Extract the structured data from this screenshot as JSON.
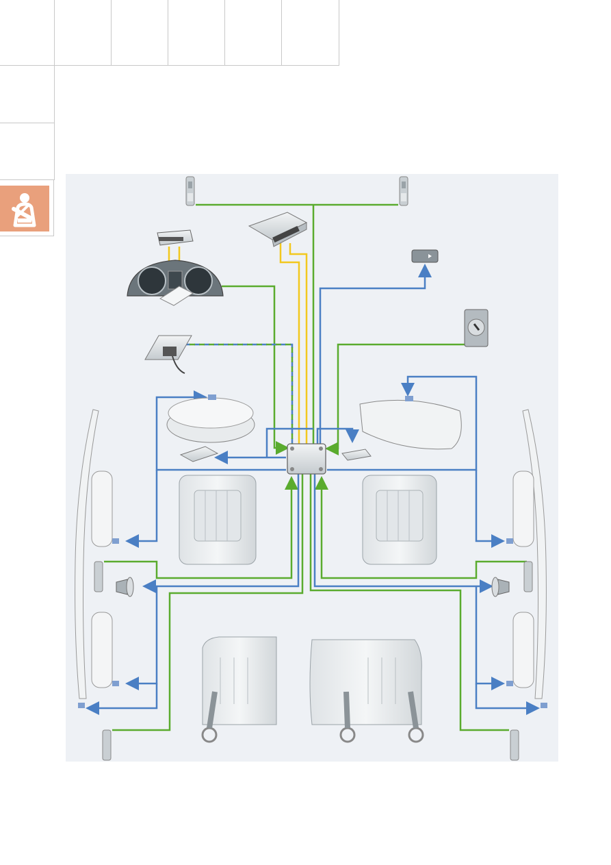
{
  "page": {
    "section_icon": "seatbelt-icon",
    "accent_color": "#e9a07c"
  },
  "diagram": {
    "wire_colors": {
      "signal_green": "#5aab2e",
      "output_blue": "#4a7fc4",
      "bus_yellow": "#f2c81e",
      "connector_blue": "#7f9fd0"
    },
    "components": [
      "airbag-control-unit",
      "dashboard-instrument-cluster",
      "radio-unit",
      "engine-control-unit",
      "diagnostic-connector",
      "warning-lamp",
      "key-switch",
      "driver-airbag",
      "passenger-airbag",
      "front-left-seat",
      "front-right-seat",
      "rear-seat",
      "left-side-airbag-front",
      "left-side-airbag-rear",
      "right-side-airbag-front",
      "right-side-airbag-rear",
      "left-curtain-airbag",
      "right-curtain-airbag",
      "belt-tensioners",
      "crash-sensors"
    ]
  }
}
